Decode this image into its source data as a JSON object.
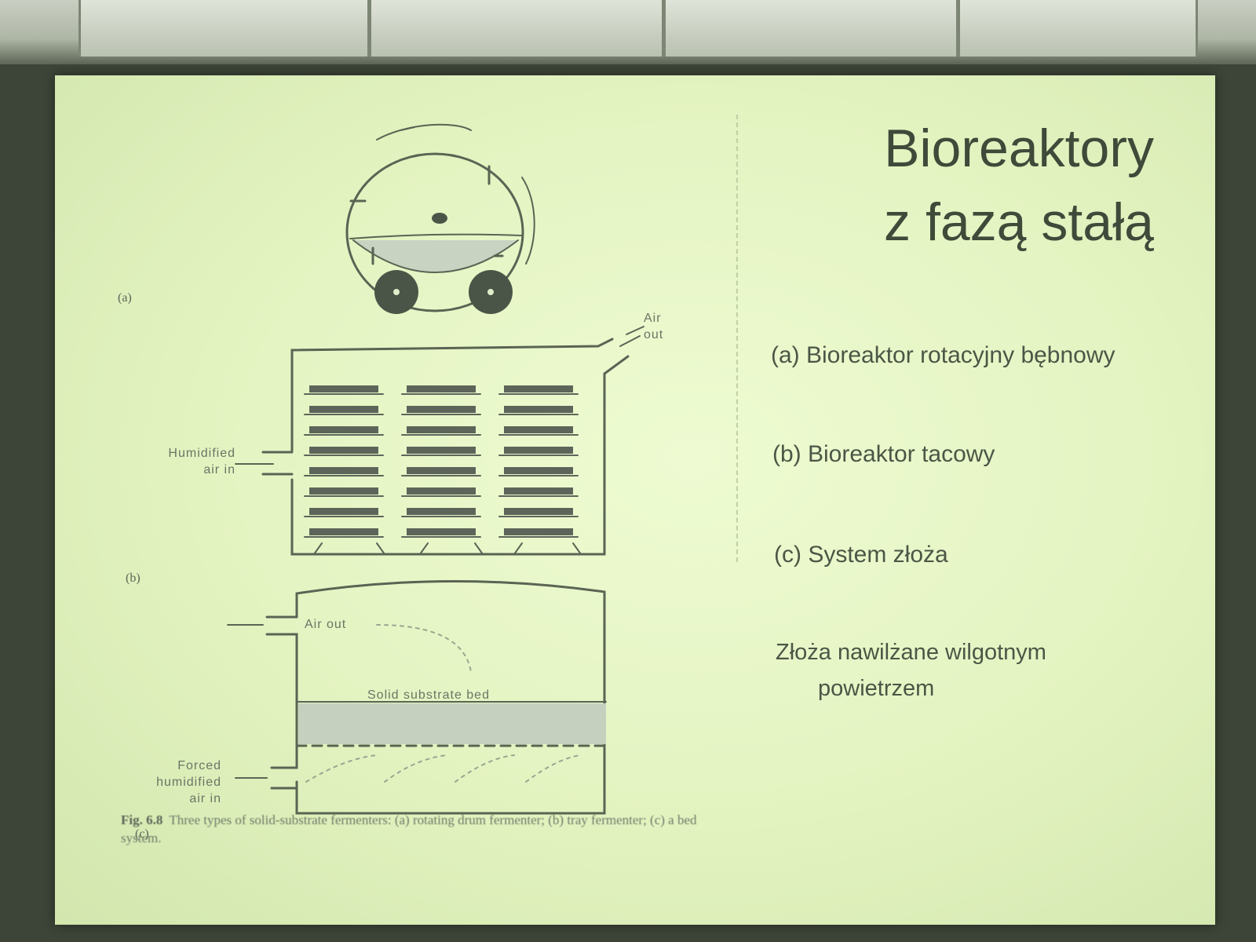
{
  "slide": {
    "title_line1": "Bioreaktory",
    "title_line2": "z fazą stałą",
    "legend": [
      "(a) Bioreaktor rotacyjny bębnowy",
      "(b) Bioreaktor tacowy",
      "(c) System złoża"
    ],
    "note_line1": "Złoża nawilżane wilgotnym",
    "note_line2": "powietrzem"
  },
  "figure": {
    "panel_a_label": "(a)",
    "panel_b_label": "(b)",
    "panel_c_label": "(c)",
    "air_out_b_line1": "Air",
    "air_out_b_line2": "out",
    "humidified_line1": "Humidified",
    "humidified_line2": "air in",
    "air_out_c": "Air out",
    "bed_label": "Solid substrate bed",
    "forced_line1": "Forced",
    "forced_line2": "humidified",
    "forced_line3": "air in",
    "caption_fig": "Fig. 6.8",
    "caption_text": "Three types of solid-substrate fermenters: (a) rotating drum fermenter; (b) tray fermenter; (c) a bed system."
  },
  "colors": {
    "screen_bg": "#e3f3c0",
    "text_dark": "#3f4a3a",
    "line": "#5a6454",
    "tray": "#5d655a",
    "substrate": "#c6d0bf"
  }
}
